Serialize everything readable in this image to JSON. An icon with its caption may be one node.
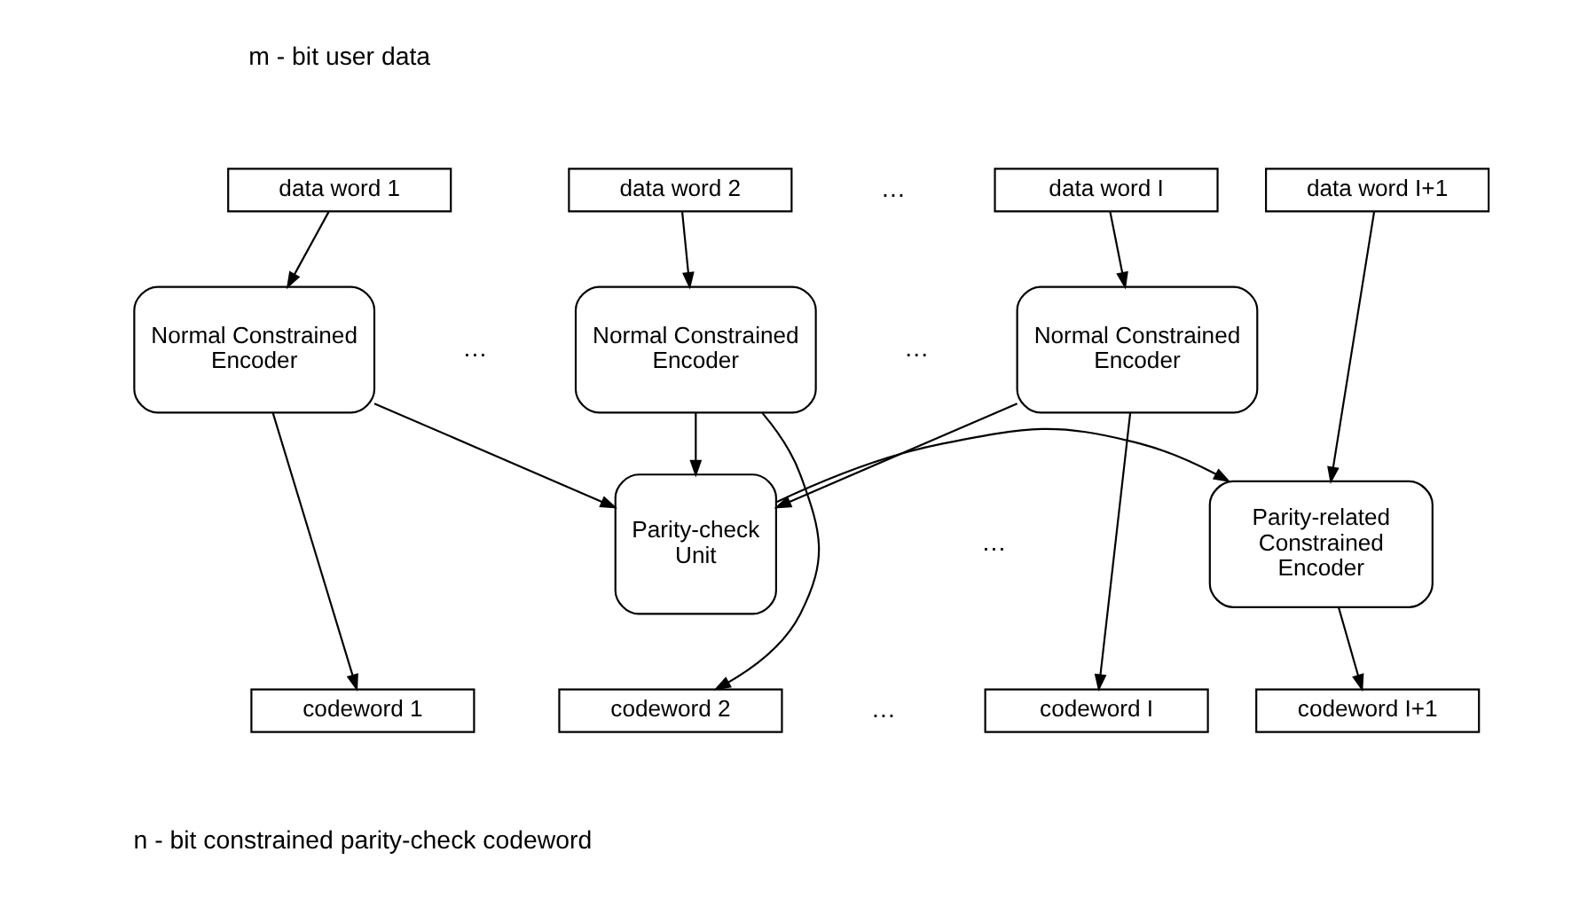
{
  "diagram": {
    "nodes": [
      {
        "text": [
          "data word 1"
        ]
      },
      {
        "text": [
          "data word 2"
        ]
      },
      {
        "text": [
          "data word I"
        ]
      },
      {
        "text": [
          "data word I+1"
        ]
      },
      {
        "text": [
          "Normal Constrained Encoder"
        ]
      },
      {
        "text": [
          "Normal Constrained Encoder"
        ]
      },
      {
        "text": [
          "Normal Constrained Encoder"
        ]
      },
      {
        "text": [
          "Parity-check Unit"
        ]
      },
      {
        "text": [
          "Parity-related Constrained Encoder"
        ]
      },
      {
        "text": [
          "codeword 1"
        ]
      },
      {
        "text": [
          "codeword 2"
        ]
      },
      {
        "text": [
          "codeword I"
        ]
      },
      {
        "text": [
          "codeword I+1"
        ]
      }
    ],
    "edges": [
      {
        "from": 0,
        "to": 4,
        "arrow": "to"
      },
      {
        "from": 1,
        "to": 5,
        "arrow": "to"
      },
      {
        "from": 2,
        "to": 6,
        "arrow": "to"
      },
      {
        "from": 3,
        "to": 8,
        "arrow": "to"
      },
      {
        "from": 4,
        "to": 9,
        "arrow": "to"
      },
      {
        "from": 5,
        "to": 10,
        "arrow": "to"
      },
      {
        "from": 6,
        "to": 11,
        "arrow": "to"
      },
      {
        "from": 4,
        "to": 7,
        "arrow": "to"
      },
      {
        "from": 5,
        "to": 7,
        "arrow": "to"
      },
      {
        "from": 6,
        "to": 7,
        "arrow": "to"
      },
      {
        "from": 7,
        "to": 8,
        "arrow": "to"
      },
      {
        "from": 8,
        "to": 12,
        "arrow": "to"
      }
    ],
    "labels": [
      "m - bit user data",
      "…",
      "…",
      "…",
      "…",
      "…",
      "n - bit constrained parity-check codeword"
    ]
  }
}
